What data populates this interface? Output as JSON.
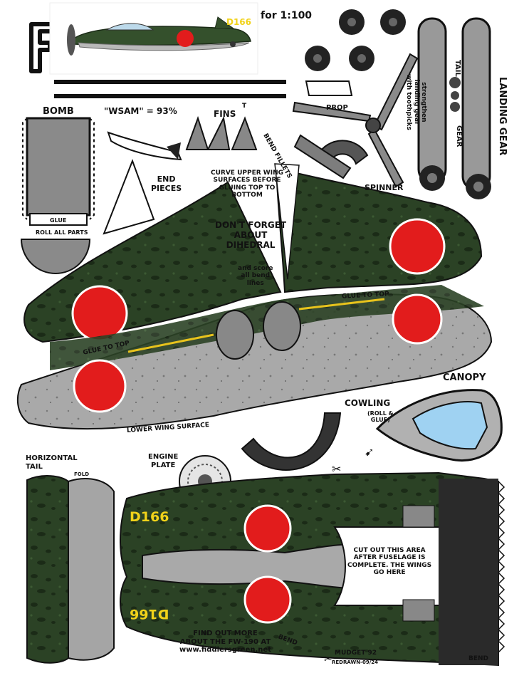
{
  "header": {
    "title_letter": "F",
    "scale": "for 1:100",
    "plane_code": "D166"
  },
  "labels": {
    "bomb": "BOMB",
    "wsam": "\"WSAM\" = 93%",
    "fins": "FINS",
    "fins_marker": "T",
    "bend_fillets": "BEND FILLETS",
    "end_pieces": "END\nPIECES",
    "glue": "GLUE",
    "roll_all_parts": "ROLL ALL PARTS",
    "curve_note": "CURVE UPPER WING\nSURFACES BEFORE\nGLUING TOP TO\nBOTTOM",
    "dihedral_note": "DON'T FORGET\nABOUT\nDIHEDRAL",
    "score_note": "and score\nall bend\nlines",
    "prop": "PROP",
    "spinner": "SPINNER",
    "tail": "TAIL",
    "landing_gear": "LANDING GEAR",
    "gear": "GEAR",
    "strengthen_note": "strengthen\nlanding gear\nwith toothpicks",
    "glue_to_top_right": "GLUE TO TOP",
    "glue_to_top_left": "GLUE TO TOP",
    "lower_wing_surface": "LOWER WING SURFACE",
    "canopy": "CANOPY",
    "cowling": "COWLING",
    "cowling_sub": "(ROLL &\nGLUE)",
    "horizontal_tail": "HORIZONTAL\nTAIL",
    "fold": "FOLD",
    "engine_plate": "ENGINE\nPLATE",
    "fuselage_code_top": "D166",
    "fuselage_code_bottom": "D166",
    "cutout_note": "CUT OUT THIS AREA\nAFTER FUSELAGE IS\nCOMPLETE. THE WINGS\nGO HERE",
    "find_out_more": "FIND OUT MORE\nABOUT THE FW-190 AT\nwww.fiddlersgreen.net",
    "bend_left": "BEND",
    "bend_right": "BEND",
    "credit": "MUDGET 92",
    "redrawn": "REDRAWN-09/24"
  },
  "colors": {
    "camo_green": "#2b4225",
    "camo_dark": "#1e2f1a",
    "hinomaru": "#e21c1c",
    "underside_gray": "#a7a7a7",
    "part_gray": "#8f8f8f",
    "canopy_blue": "#9fd2f2",
    "gear_yellow": "#e8c31c",
    "code_yellow": "#f1d21a"
  }
}
